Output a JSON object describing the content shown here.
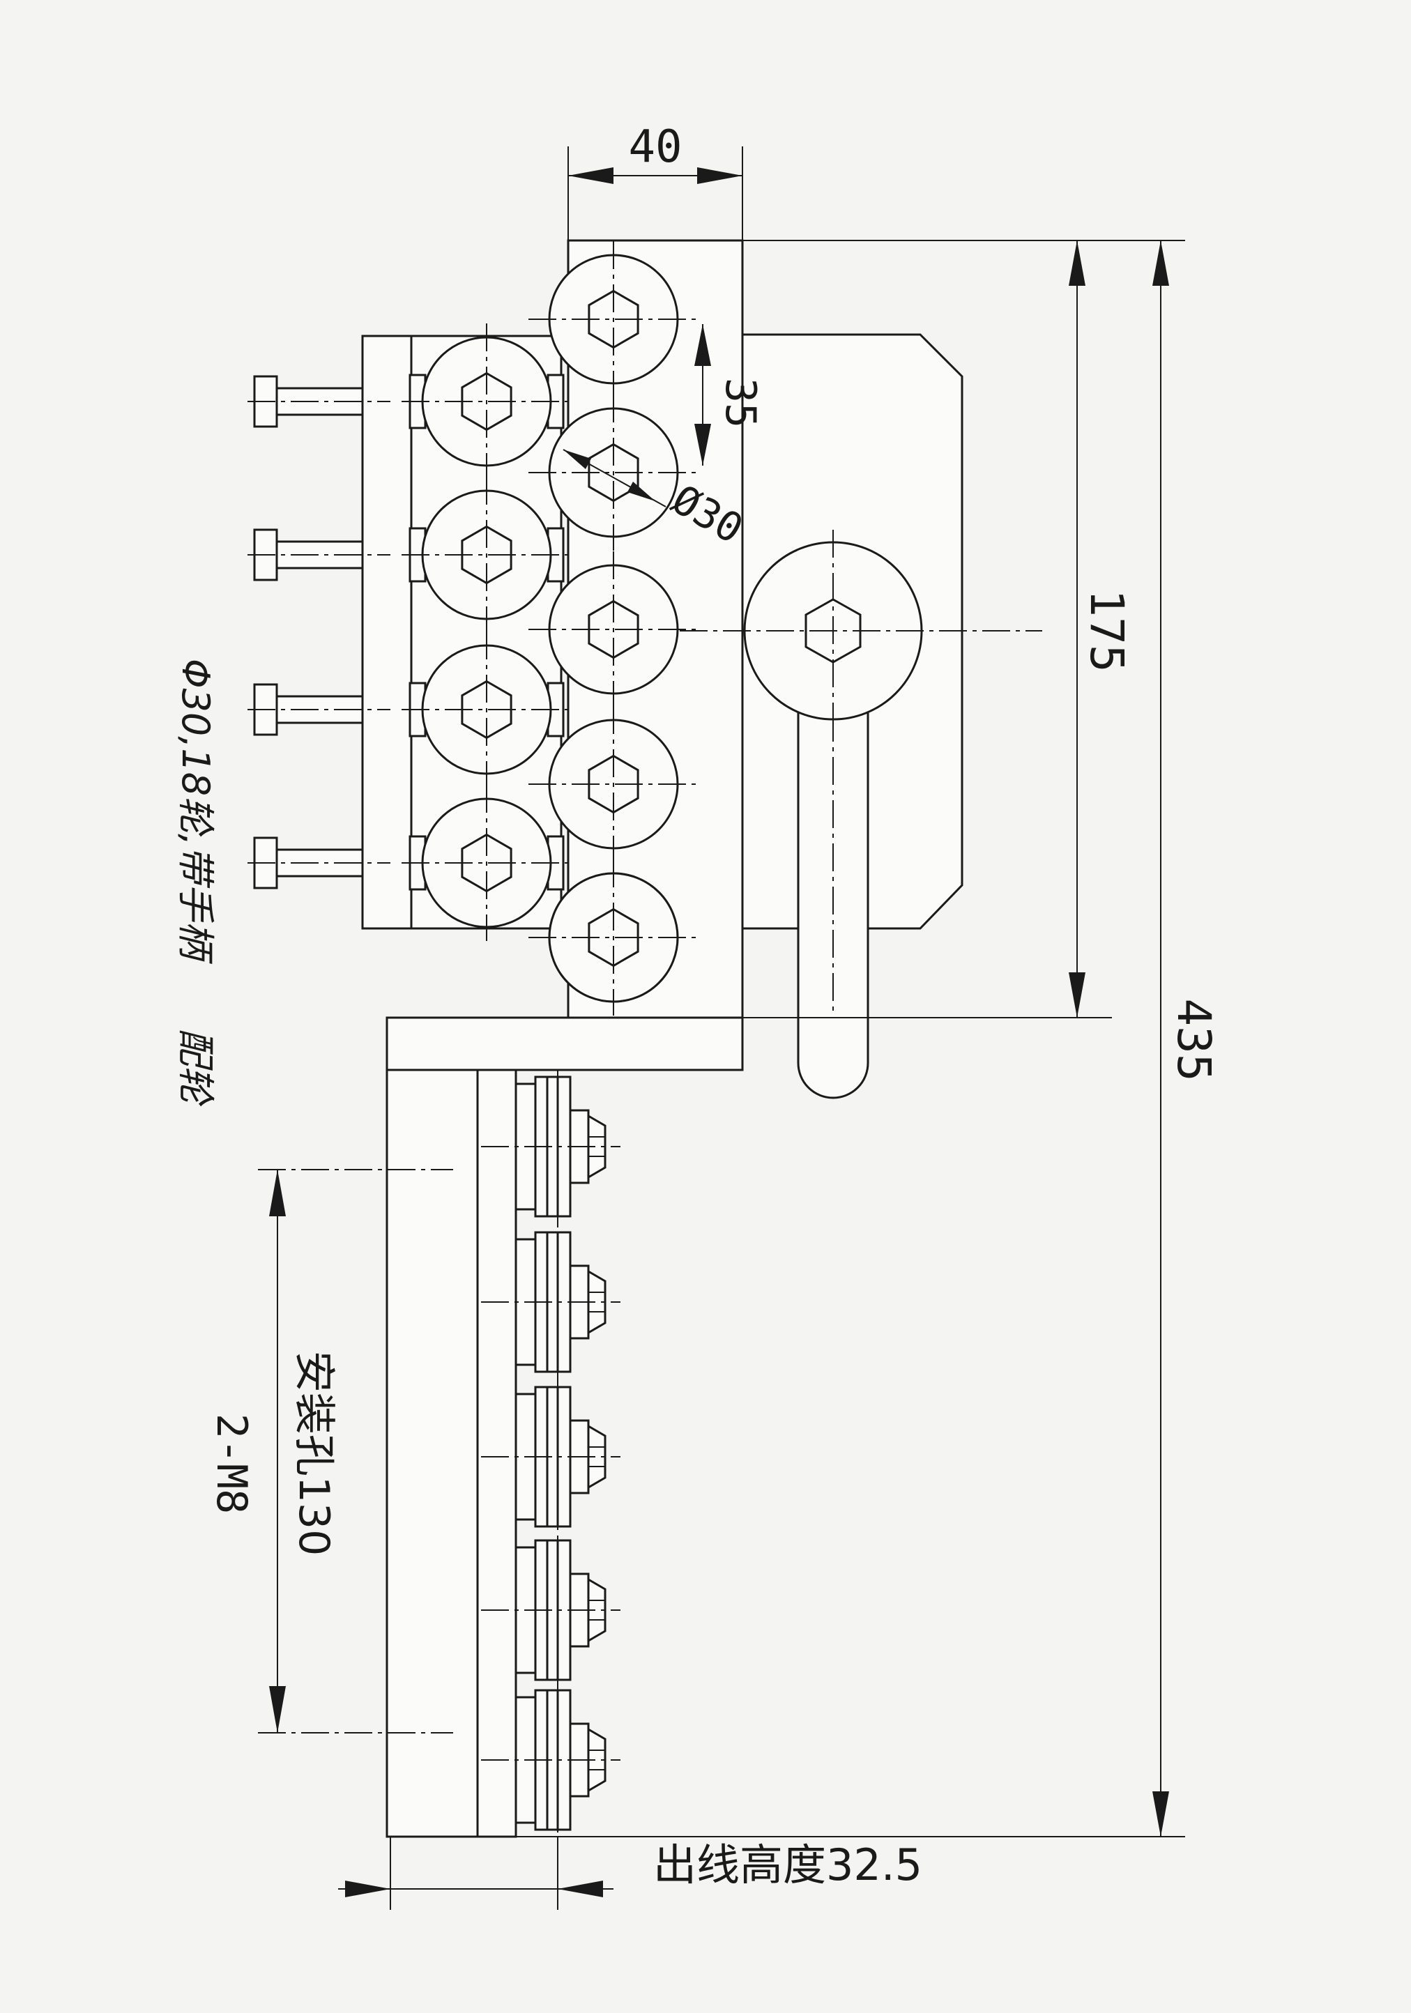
{
  "dimensions": {
    "width_top": "40",
    "roller_pitch": "35",
    "roller_diameter": "Ø30",
    "height_upper": "175",
    "height_total": "435",
    "mount_hole_spacing": "安装孔130",
    "mount_hole_thread": "2-M8",
    "outlet_height": "出线高度32.5"
  },
  "notes": {
    "roller_spec": "Φ30,18轮,带手柄",
    "note_extra": "配轮"
  },
  "colors": {
    "line": "#1a1a1a",
    "paper": "#f4f4f2"
  }
}
